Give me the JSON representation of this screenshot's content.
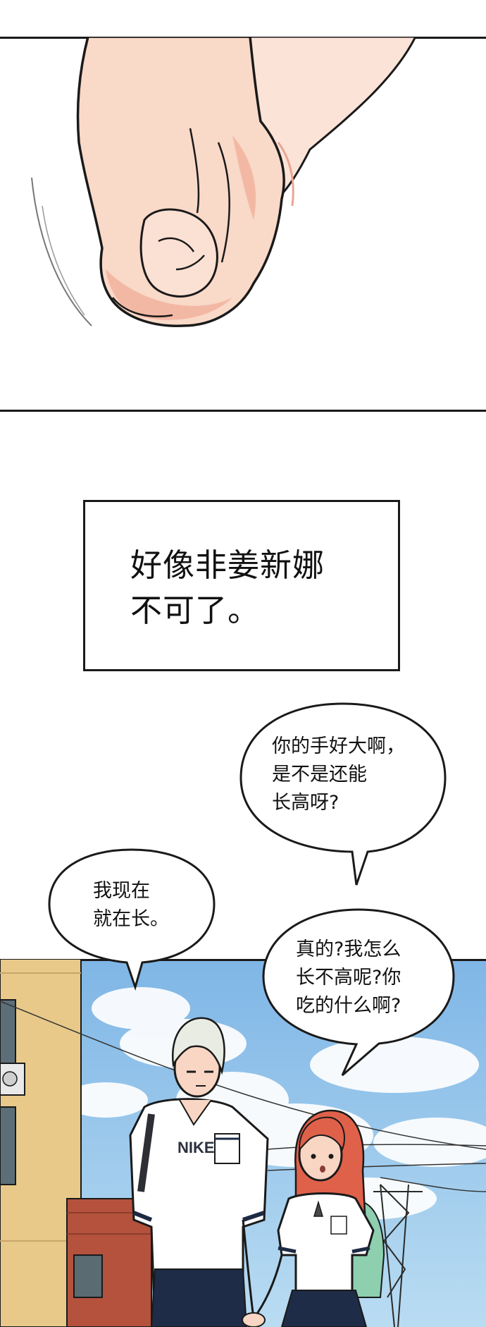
{
  "caption": {
    "text": "好像非姜新娜\n不可了。"
  },
  "bubbles": [
    {
      "id": "bubble-girl-hand",
      "text": "你的手好大啊，\n是不是还能\n长高呀?"
    },
    {
      "id": "bubble-boy",
      "text": "我现在\n就在长。"
    },
    {
      "id": "bubble-girl-why",
      "text": "真的?我怎么\n长不高呢?你\n吃的什么啊?"
    }
  ],
  "scene": {
    "shirt_text": "NIKE",
    "colors": {
      "sky": "#8fc3ea",
      "building": "#e8c98a",
      "brick": "#b4523e",
      "girl_hair": "#e0614a",
      "boy_hair": "#e9ece2",
      "skin": "#f8d6c3",
      "ink": "#1a1a1a"
    }
  }
}
